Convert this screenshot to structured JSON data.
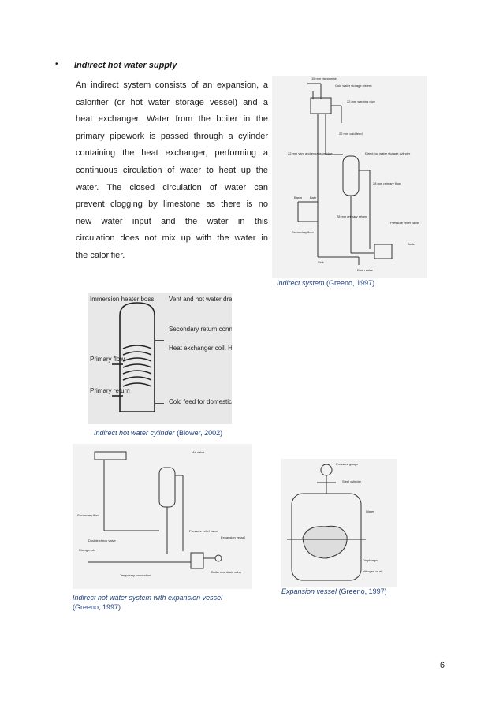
{
  "section": {
    "bullet": "•",
    "heading": "Indirect hot water supply",
    "lines": [
      "An indirect system consists of an expansion, a",
      "calorifier (or hot water storage vessel) and a",
      "heat exchanger. Water from the boiler in the",
      "primary pipework is passed through a cylinder",
      "containing the heat exchanger, performing a",
      "continuous circulation of water to heat up the",
      "water. The closed circulation of water can",
      "prevent clogging by limestone as there is no",
      "new water input and the water in this",
      "circulation does not mix up with the water in",
      "the calorifier."
    ]
  },
  "figures": {
    "indirect_system": {
      "caption_title": "Indirect system",
      "caption_source": "(Greeno, 1997)",
      "labels": {
        "rising_main": "15 mm rising main",
        "cold_storage": "Cold water storage cistern",
        "warning_pipe": "22 mm warning pipe",
        "cold_feed": "22 mm cold feed",
        "vent": "22 mm vent and expansion pipe",
        "cylinder": "Direct hot water storage cylinder",
        "primary_flow": "28 mm primary flow",
        "basin": "Basin",
        "bath": "Bath",
        "primary_return": "28 mm primary return",
        "relief": "Pressure relief valve",
        "secondary_flow": "Secondary flow",
        "boiler": "Boiler",
        "sink": "Sink",
        "drain": "Drain valve"
      }
    },
    "cylinder": {
      "caption_title": "Indirect hot water cylinder",
      "caption_source": "(Blower, 2002)",
      "labels": {
        "immersion": "Immersion heater boss",
        "vent": "Vent and hot water draw-off connections",
        "secondary": "Secondary return connection",
        "coil": "Heat exchanger coil. Heat from primary circulation water is passed to domestic water supply through the walls of the coil",
        "primary_flow": "Primary flow",
        "primary_return": "Primary return",
        "cold_feed": "Cold feed for domestic supply"
      }
    },
    "expansion_system": {
      "caption_title": "Indirect hot water system with expansion vessel",
      "caption_source": "(Greeno, 1997)",
      "labels": {
        "air_valve": "Air valve",
        "secondary_flow": "Secondary flow",
        "double_check": "Double check valve",
        "rising_main": "Rising main",
        "relief": "Pressure relief valve",
        "exp_vessel": "Expansion vessel",
        "temp_conn": "Temporary connection",
        "boiler_drain": "Boiler and drain valve"
      }
    },
    "expansion_vessel": {
      "caption_title": "Expansion vessel",
      "caption_source": "(Greeno, 1997)",
      "labels": {
        "gauge": "Pressure gauge",
        "steel": "Steel cylinder",
        "water": "Water",
        "diaphragm": "Diaphragm",
        "nitrogen": "Nitrogen or air"
      }
    }
  },
  "page_number": "6"
}
